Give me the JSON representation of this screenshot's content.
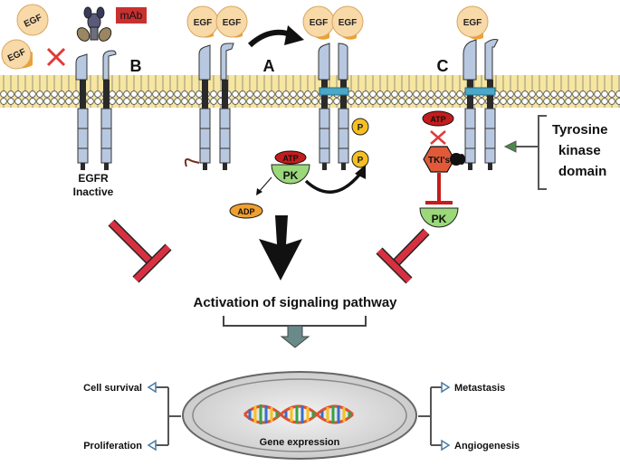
{
  "labels": {
    "egf": "EGF",
    "mab": "mAb",
    "mechanism_a": "A",
    "mechanism_b": "B",
    "mechanism_c": "C",
    "egfr_line1": "EGFR",
    "egfr_line2": "Inactive",
    "atp": "ATP",
    "adp": "ADP",
    "pk": "PK",
    "phosphate": "P",
    "tkis": "TKI's",
    "tk_line1": "Tyrosine",
    "tk_line2": "kinase",
    "tk_line3": "domain",
    "activation": "Activation of signaling  pathway",
    "gene_expression": "Gene expression",
    "cell_survival": "Cell survival",
    "proliferation": "Proliferation",
    "metastasis": "Metastasis",
    "angiogenesis": "Angiogenesis"
  },
  "colors": {
    "egf_fill": "#f8d9a8",
    "egf_tail": "#f0a030",
    "receptor_fill": "#b8c8e0",
    "membrane_yellow": "#f6e6a0",
    "inhibit_red": "#d83040",
    "pk_green": "#9ad87a",
    "atp_red": "#c41c1c",
    "phos_orange": "#f7c020",
    "dimer_bar": "#4aa8c8",
    "mab_label": "#c93030",
    "ellipse_fill": "#d8d8d8"
  }
}
